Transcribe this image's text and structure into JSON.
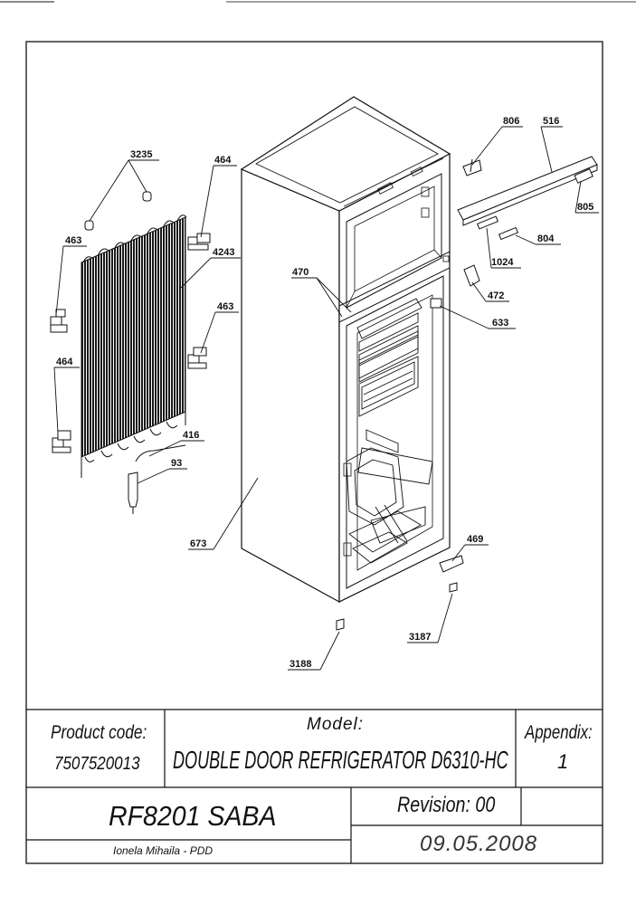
{
  "callouts": [
    "806",
    "516",
    "3235",
    "464",
    "463",
    "4243",
    "805",
    "804",
    "1024",
    "470",
    "472",
    "633",
    "463",
    "464",
    "416",
    "93",
    "673",
    "469",
    "3187",
    "3188"
  ],
  "title_block": {
    "product_code_label": "Product code:",
    "product_code": "7507520013",
    "model_label": "Model:",
    "model_name": "DOUBLE DOOR REFRIGERATOR D6310-HC",
    "appendix_label": "Appendix:",
    "appendix_value": "1",
    "product_name": "RF8201 SABA",
    "revision": "Revision: 00",
    "date": "09.05.2008",
    "author": "Ionela Mihaila - PDD"
  }
}
